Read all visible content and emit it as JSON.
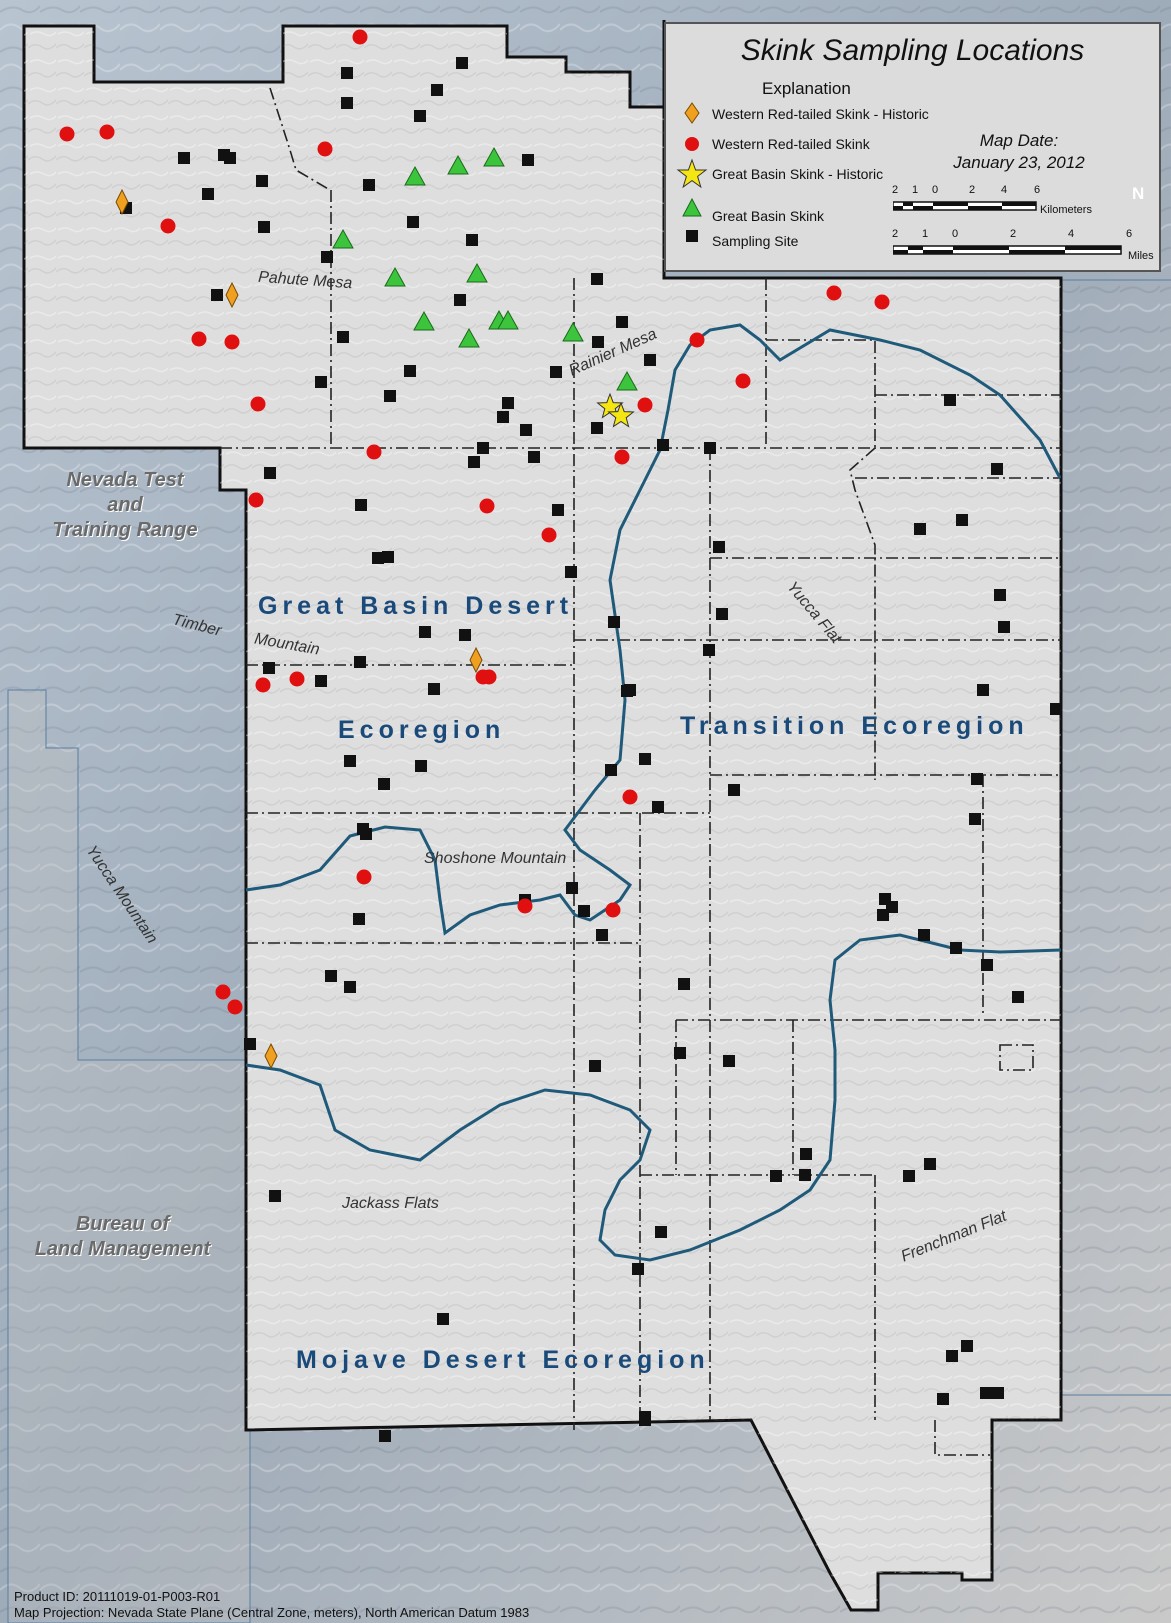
{
  "legend": {
    "title": "Skink Sampling Locations",
    "explanation": "Explanation",
    "items": [
      {
        "label": "Western Red-tailed Skink - Historic",
        "icon": "orange-diamond"
      },
      {
        "label": "Western Red-tailed Skink",
        "icon": "red-circle"
      },
      {
        "label": "Great Basin Skink - Historic",
        "icon": "yellow-star"
      },
      {
        "label": "Great Basin Skink",
        "icon": "green-triangle"
      },
      {
        "label": "Sampling Site",
        "icon": "black-square"
      }
    ],
    "map_date_label": "Map Date:",
    "map_date": "January 23, 2012",
    "north_label": "N",
    "km_ticks": [
      "2",
      "1",
      "0",
      "2",
      "4",
      "6"
    ],
    "km_unit": "Kilometers",
    "mi_ticks": [
      "2",
      "1",
      "0",
      "2",
      "4",
      "6"
    ],
    "mi_unit": "Miles"
  },
  "agencies": {
    "nttr": [
      "Nevada Test",
      "and",
      "Training Range"
    ],
    "blm": [
      "Bureau of",
      "Land Management"
    ]
  },
  "ecoregions": {
    "gbd1": "Great Basin Desert",
    "gbd2": "Ecoregion",
    "transition": "Transition Ecoregion",
    "mojave": "Mojave Desert Ecoregion"
  },
  "places": {
    "pahute": "Pahute Mesa",
    "rainier": "Rainier Mesa",
    "timber1": "Timber",
    "timber2": "Mountain",
    "yucca_flat": "Yucca Flat",
    "shoshone": "Shoshone Mountain",
    "yucca_mtn": "Yucca Mountain",
    "jackass": "Jackass Flats",
    "frenchman": "Frenchman Flat"
  },
  "footer": {
    "product_id": "Product ID:  20111019-01-P003-R01",
    "projection": "Map Projection:  Nevada State Plane (Central Zone, meters), North American Datum 1983"
  },
  "colors": {
    "water_bg": "#a9b6c4",
    "site_fill": "#dedede",
    "boundary": "#111111",
    "ecoregion_line": "#1f5a7a",
    "eco_text": "#1a4a7a",
    "red": "#e01010",
    "green": "#3cc43c",
    "orange": "#f0a020",
    "yellow": "#f5e613"
  }
}
